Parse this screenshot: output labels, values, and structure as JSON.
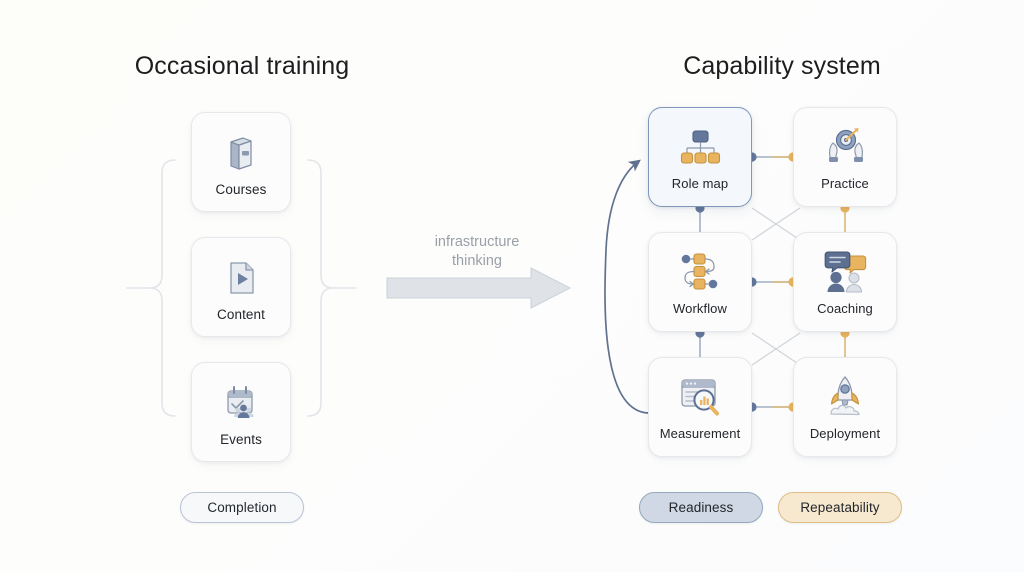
{
  "panels": {
    "left": {
      "title": "Occasional training"
    },
    "right": {
      "title": "Capability system"
    }
  },
  "left_items": [
    {
      "label": "Courses",
      "icon": "books-icon"
    },
    {
      "label": "Content",
      "icon": "document-play-icon"
    },
    {
      "label": "Events",
      "icon": "calendar-people-icon"
    }
  ],
  "right_items": [
    {
      "label": "Role map",
      "icon": "org-chart-icon",
      "highlighted": true
    },
    {
      "label": "Practice",
      "icon": "hands-target-icon",
      "highlighted": false
    },
    {
      "label": "Workflow",
      "icon": "workflow-nodes-icon",
      "highlighted": false
    },
    {
      "label": "Coaching",
      "icon": "speech-people-icon",
      "highlighted": false
    },
    {
      "label": "Measurement",
      "icon": "analytics-search-icon",
      "highlighted": false
    },
    {
      "label": "Deployment",
      "icon": "rocket-icon",
      "highlighted": false
    }
  ],
  "transition": {
    "line1": "infrastructure",
    "line2": "thinking",
    "arrow_icon": "right-arrow-icon"
  },
  "outcomes": {
    "left": {
      "label": "Completion"
    },
    "right": [
      {
        "label": "Readiness"
      },
      {
        "label": "Repeatability"
      }
    ]
  },
  "colors": {
    "background": "#fdfdfb",
    "card_bg": "#fcfcfd",
    "card_border": "#e6e8eb",
    "highlight_border": "#7e97bb",
    "highlight_bg": "#f4f7fb",
    "blue_node": "#64789c",
    "orange_node": "#e8b45f",
    "wire_blue": "#8b9cb8",
    "wire_orange": "#dcb877",
    "wire_gray": "#d2d6dc",
    "bracket": "#e2e5e9",
    "arrow_fill": "#dfe3e8",
    "text_primary": "#22262b",
    "text_muted": "#9aa0a8",
    "pill_readiness_bg": "#cfd8e4",
    "pill_repeatability_bg": "#f7e9cf"
  }
}
